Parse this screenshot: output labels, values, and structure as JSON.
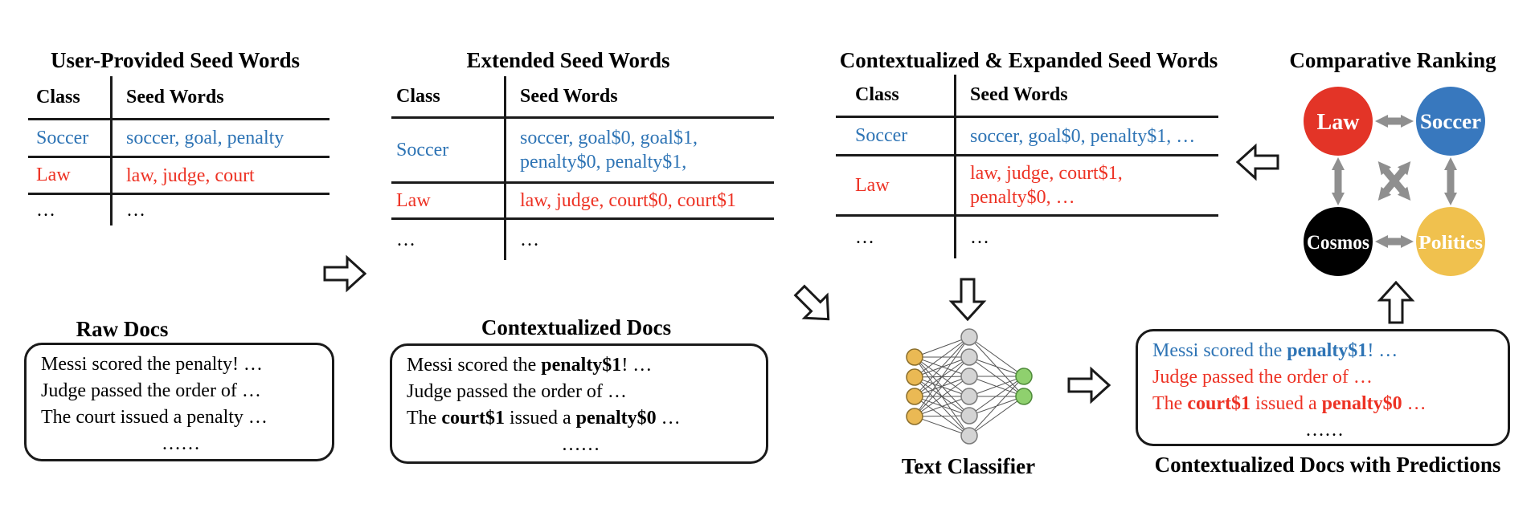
{
  "colors": {
    "class_blue": "#2e74b5",
    "class_red": "#ed3224",
    "arrow_gray": "#8f8f8f",
    "law_red": "#e33427",
    "soccer_blue": "#3878be",
    "cosmos_black": "#000000",
    "politics_yellow": "#f0c14e",
    "nn_input_orange": "#eab954",
    "nn_hidden_gray": "#d4d4d4",
    "nn_output_green": "#8fd06e"
  },
  "table1": {
    "title": "User-Provided Seed Words",
    "header": {
      "class": "Class",
      "seed": "Seed Words"
    },
    "rows": [
      {
        "label": "Soccer",
        "lines": [
          "soccer, goal, penalty"
        ]
      },
      {
        "label": "Law",
        "lines": [
          "law, judge, court"
        ]
      },
      {
        "label": "…",
        "lines": [
          "…"
        ]
      }
    ]
  },
  "table2": {
    "title": "Extended Seed Words",
    "header": {
      "class": "Class",
      "seed": "Seed Words"
    },
    "rows": [
      {
        "label": "Soccer",
        "lines": [
          "soccer, goal$0, goal$1,",
          "penalty$0, penalty$1,"
        ]
      },
      {
        "label": "Law",
        "lines": [
          "law, judge, court$0, court$1"
        ]
      },
      {
        "label": "…",
        "lines": [
          "…"
        ]
      }
    ]
  },
  "table3": {
    "title": "Contextualized & Expanded Seed Words",
    "header": {
      "class": "Class",
      "seed": "Seed Words"
    },
    "rows": [
      {
        "label": "Soccer",
        "lines": [
          "soccer, goal$0, penalty$1, …"
        ]
      },
      {
        "label": "Law",
        "lines": [
          "law, judge, court$1,",
          "penalty$0, …"
        ]
      },
      {
        "label": "…",
        "lines": [
          "…"
        ]
      }
    ]
  },
  "raw_docs": {
    "title": "Raw Docs",
    "lines": [
      "Messi scored the penalty! …",
      "Judge passed the order of …",
      "The court issued a penalty …",
      "……"
    ]
  },
  "ctx_docs": {
    "title": "Contextualized Docs",
    "line1": {
      "pre": "Messi scored the ",
      "bold": "penalty$1",
      "post": "! …"
    },
    "line2": "Judge passed the order of …",
    "line3": {
      "pre": "The ",
      "bold1": "court$1",
      "mid": " issued a ",
      "bold2": "penalty$0",
      "post": " …"
    },
    "line4": "……"
  },
  "classifier": {
    "label": "Text Classifier"
  },
  "pred_docs": {
    "caption": "Contextualized Docs with Predictions",
    "line1": {
      "pre": "Messi scored the ",
      "bold": "penalty$1",
      "post": "! …"
    },
    "line2": "Judge passed the order of …",
    "line3": {
      "pre": "The ",
      "bold1": "court$1",
      "mid": " issued a ",
      "bold2": "penalty$0",
      "post": " …"
    },
    "line4": "……"
  },
  "ranking": {
    "title": "Comparative Ranking",
    "nodes": [
      {
        "label": "Law",
        "color": "#e33427"
      },
      {
        "label": "Soccer",
        "color": "#3878be"
      },
      {
        "label": "Cosmos",
        "color": "#000000"
      },
      {
        "label": "Politics",
        "color": "#f0c14e"
      }
    ]
  }
}
